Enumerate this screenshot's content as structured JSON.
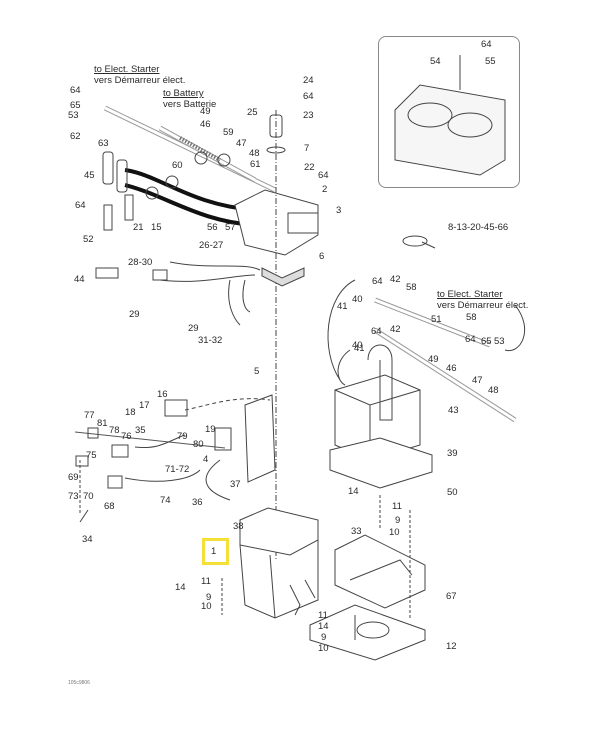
{
  "figure": {
    "code": "105c9806",
    "highlight_color": "#f5e03a",
    "highlighted_part": "1"
  },
  "notes": {
    "to_starter_left": {
      "en": "to Elect. Starter",
      "fr": "vers Démarreur élect."
    },
    "to_battery": {
      "en": "to Battery",
      "fr": "vers Batterie"
    },
    "to_starter_right": {
      "en": "to Elect. Starter",
      "fr": "vers Démarreur élect."
    }
  },
  "callouts": {
    "c64a": "64",
    "c65a": "65",
    "c53a": "53",
    "c62": "62",
    "c49a": "49",
    "c46a": "46",
    "c25": "25",
    "c24": "24",
    "c64b": "64",
    "c23": "23",
    "c59": "59",
    "c47a": "47",
    "c48a": "48",
    "c61": "61",
    "c7": "7",
    "c60": "60",
    "c22": "22",
    "c64c": "64",
    "c2": "2",
    "c3": "3",
    "c63": "63",
    "c45": "45",
    "c64d": "64",
    "c52": "52",
    "c21": "21",
    "c15": "15",
    "c56": "56",
    "c57": "57",
    "c26_27": "26-27",
    "c44": "44",
    "c28_30": "28-30",
    "c6": "6",
    "c29a": "29",
    "c29b": "29",
    "c31_32": "31-32",
    "c64e": "64",
    "c54": "54",
    "c55": "55",
    "c8_66": "8-13-20-45-66",
    "c64f": "64",
    "c42a": "42",
    "c58a": "58",
    "c40a": "40",
    "c41a": "41",
    "c51": "51",
    "c64g": "64",
    "c42b": "42",
    "c58b": "58",
    "c40b": "40",
    "c41b": "41",
    "c49b": "49",
    "c64h": "64",
    "c65b": "65",
    "c53b": "53",
    "c46b": "46",
    "c47b": "47",
    "c48b": "48",
    "c43": "43",
    "c39": "39",
    "c50": "50",
    "c5": "5",
    "c16": "16",
    "c17": "17",
    "c18": "18",
    "c77": "77",
    "c81": "81",
    "c78": "78",
    "c76": "76",
    "c35": "35",
    "c79": "79",
    "c80": "80",
    "c19": "19",
    "c75": "75",
    "c4": "4",
    "c69": "69",
    "c71_72": "71-72",
    "c37": "37",
    "c73": "73",
    "c70": "70",
    "c68": "68",
    "c74": "74",
    "c36": "36",
    "c34": "34",
    "c38": "38",
    "c14a": "14",
    "c11a": "11",
    "c9a": "9",
    "c10a": "10",
    "c33": "33",
    "c1": "1",
    "c11b": "11",
    "c14b": "14",
    "c9b": "9",
    "c10b": "10",
    "c67": "67",
    "c11c": "11",
    "c14c": "14",
    "c9c": "9",
    "c10c": "10",
    "c12": "12"
  }
}
